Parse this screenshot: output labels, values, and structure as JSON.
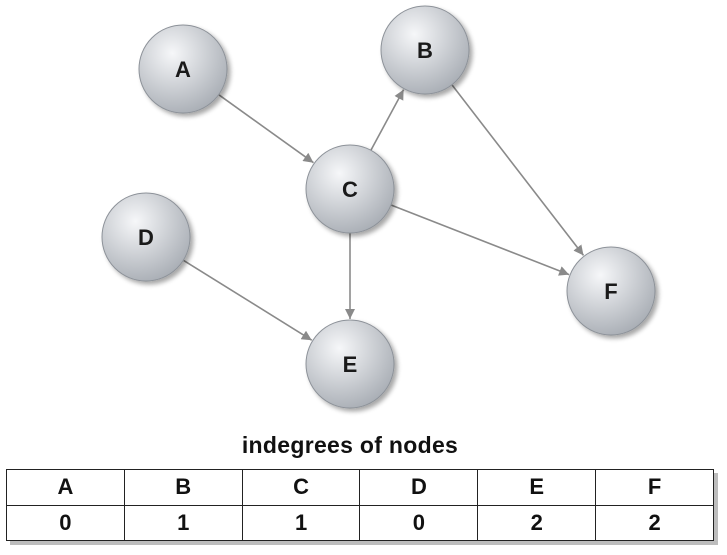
{
  "graph": {
    "nodes": [
      {
        "id": "A",
        "label": "A"
      },
      {
        "id": "B",
        "label": "B"
      },
      {
        "id": "C",
        "label": "C"
      },
      {
        "id": "D",
        "label": "D"
      },
      {
        "id": "E",
        "label": "E"
      },
      {
        "id": "F",
        "label": "F"
      }
    ],
    "edges": [
      {
        "from": "A",
        "to": "C"
      },
      {
        "from": "C",
        "to": "B"
      },
      {
        "from": "B",
        "to": "F"
      },
      {
        "from": "C",
        "to": "F"
      },
      {
        "from": "C",
        "to": "E"
      },
      {
        "from": "D",
        "to": "E"
      }
    ],
    "colors": {
      "node_light": "#f6f7f9",
      "node_dark": "#a9aeb5",
      "node_stroke": "#8d9299",
      "edge": "#8a8a8a"
    }
  },
  "table": {
    "title": "indegrees of nodes",
    "headers": [
      "A",
      "B",
      "C",
      "D",
      "E",
      "F"
    ],
    "values": [
      "0",
      "1",
      "1",
      "0",
      "2",
      "2"
    ]
  }
}
